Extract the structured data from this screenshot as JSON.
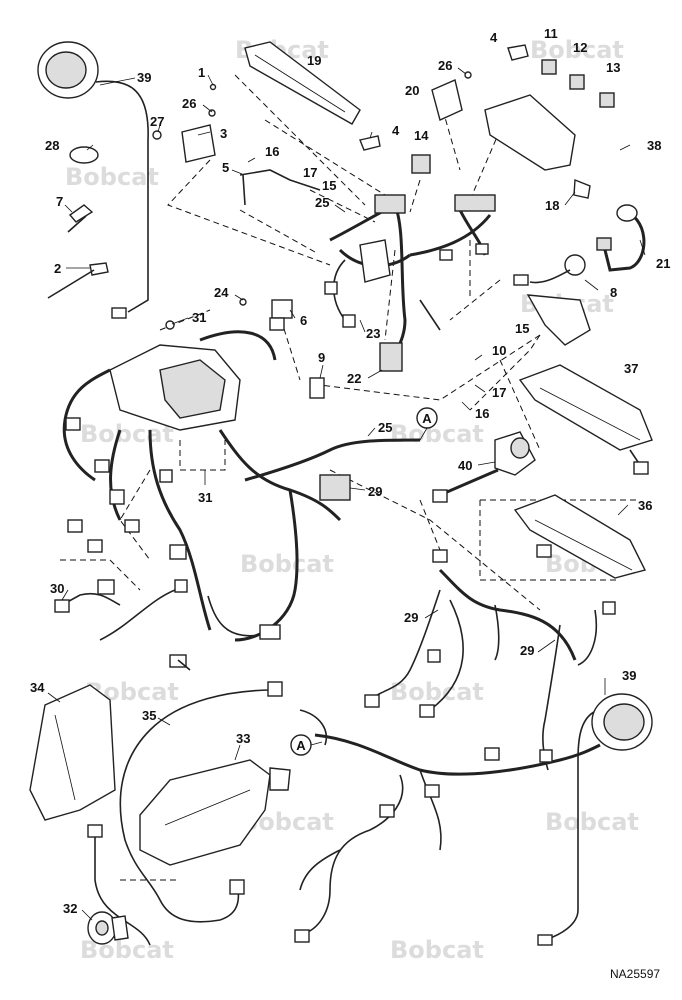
{
  "watermark": "Bobcat",
  "doc_number": "NA25597",
  "callouts": [
    "1",
    "2",
    "3",
    "4",
    "5",
    "6",
    "7",
    "8",
    "9",
    "10",
    "11",
    "12",
    "13",
    "14",
    "15",
    "16",
    "17",
    "19",
    "20",
    "21",
    "22",
    "23",
    "24",
    "25",
    "26",
    "27",
    "28",
    "29",
    "30",
    "31",
    "32",
    "33",
    "34",
    "35",
    "36",
    "37",
    "38",
    "39",
    "40"
  ],
  "connection_marker": "A",
  "labels": [
    {
      "text": "39"
    },
    {
      "text": "19"
    },
    {
      "text": "4"
    },
    {
      "text": "11"
    },
    {
      "text": "12"
    },
    {
      "text": "13"
    },
    {
      "text": "1"
    },
    {
      "text": "26"
    },
    {
      "text": "20"
    },
    {
      "text": "26"
    },
    {
      "text": "3"
    },
    {
      "text": "27"
    },
    {
      "text": "4"
    },
    {
      "text": "14"
    },
    {
      "text": "28"
    },
    {
      "text": "38"
    },
    {
      "text": "16"
    },
    {
      "text": "5"
    },
    {
      "text": "17"
    },
    {
      "text": "15"
    },
    {
      "text": "18"
    },
    {
      "text": "7"
    },
    {
      "text": "25"
    },
    {
      "text": "21"
    },
    {
      "text": "2"
    },
    {
      "text": "8"
    },
    {
      "text": "24"
    },
    {
      "text": "6"
    },
    {
      "text": "31"
    },
    {
      "text": "23"
    },
    {
      "text": "15"
    },
    {
      "text": "9"
    },
    {
      "text": "10"
    },
    {
      "text": "22"
    },
    {
      "text": "37"
    },
    {
      "text": "17"
    },
    {
      "text": "16"
    },
    {
      "text": "25"
    },
    {
      "text": "29"
    },
    {
      "text": "40"
    },
    {
      "text": "31"
    },
    {
      "text": "36"
    },
    {
      "text": "30"
    },
    {
      "text": "29"
    },
    {
      "text": "29"
    },
    {
      "text": "34"
    },
    {
      "text": "39"
    },
    {
      "text": "35"
    },
    {
      "text": "33"
    },
    {
      "text": "32"
    }
  ],
  "markers": [
    {
      "text": "A"
    },
    {
      "text": "A"
    }
  ]
}
